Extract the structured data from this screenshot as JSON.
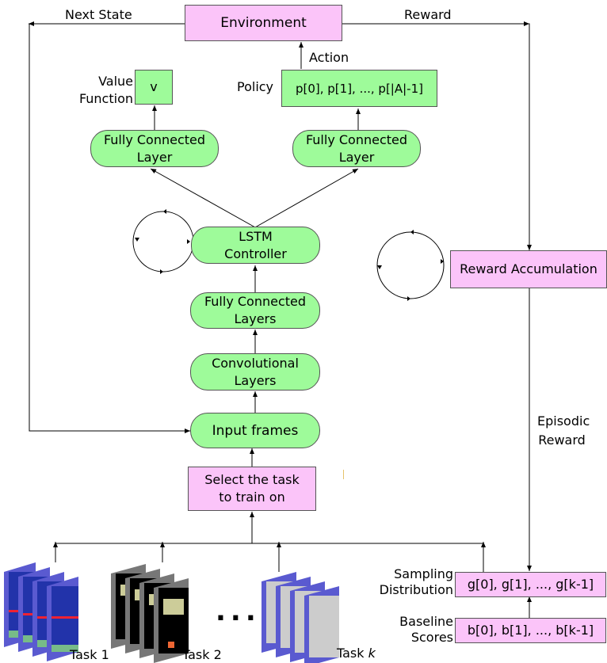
{
  "nodes": {
    "environment": "Environment",
    "v_box": "v",
    "policy_box": "p[0], p[1], ..., p[|A|-1]",
    "fc_left": "Fully Connected Layer",
    "fc_right": "Fully Connected Layer",
    "lstm": "LSTM Controller",
    "fc_layers": "Fully Connected Layers",
    "conv": "Convolutional Layers",
    "input": "Input frames",
    "select_task": "Select the task to train on",
    "reward_accum": "Reward Accumulation",
    "g_box": "g[0], g[1], ..., g[k-1]",
    "b_box": "b[0], b[1], ..., b[k-1]"
  },
  "labels": {
    "next_state": "Next State",
    "reward": "Reward",
    "action": "Action",
    "value_function": "Value Function",
    "policy": "Policy",
    "episodic_reward": "Episodic Reward",
    "sampling_distribution": "Sampling Distribution",
    "baseline_scores": "Baseline Scores",
    "dots": "...",
    "task1": "Task 1",
    "task2": "Task 2",
    "taskk_prefix": "Task",
    "taskk_var": "k"
  },
  "colors": {
    "pink": "#fbc4f9",
    "green": "#9efb9a"
  }
}
